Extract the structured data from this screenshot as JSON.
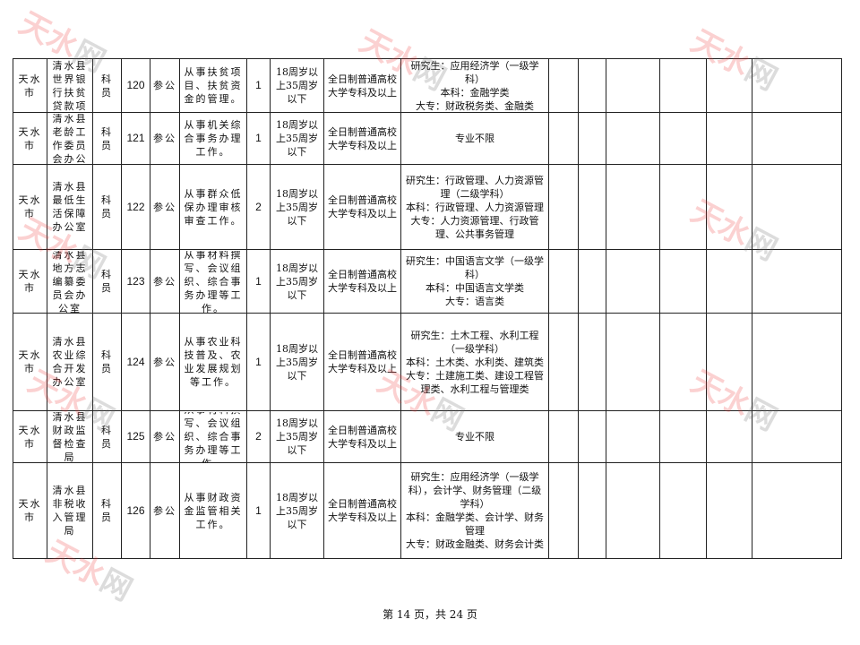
{
  "table": {
    "rows": [
      {
        "city": "天水市",
        "unit": "清水县世界银行扶贫贷款项",
        "rank": "科员",
        "code": "120",
        "type": "参公",
        "duty": "从事扶贫项目、扶贫资金的管理。",
        "count": "1",
        "age": "18周岁以上35周岁以下",
        "edu": "全日制普通高校大学专科及以上",
        "major": [
          "研究生：应用经济学（一级学科）",
          "本科：金融学类",
          "大专：财政税务类、金融类"
        ]
      },
      {
        "city": "天水市",
        "unit": "清水县老龄工作委员会办公",
        "rank": "科员",
        "code": "121",
        "type": "参公",
        "duty": "从事机关综合事务办理工作。",
        "count": "1",
        "age": "18周岁以上35周岁以下",
        "edu": "全日制普通高校大学专科及以上",
        "major": [
          "专业不限"
        ]
      },
      {
        "city": "天水市",
        "unit": "清水县最低生活保障办公室",
        "rank": "科员",
        "code": "122",
        "type": "参公",
        "duty": "从事群众低保办理审核审查工作。",
        "count": "2",
        "age": "18周岁以上35周岁以下",
        "edu": "全日制普通高校大学专科及以上",
        "major": [
          "研究生：行政管理、人力资源管理（二级学科）",
          "本科：行政管理、人力资源管理",
          "大专：人力资源管理、行政管理、公共事务管理"
        ]
      },
      {
        "city": "天水市",
        "unit": "清水县地方志编纂委员会办公室",
        "rank": "科员",
        "code": "123",
        "type": "参公",
        "duty": "从事材料撰写、会议组织、综合事务办理等工作。",
        "count": "1",
        "age": "18周岁以上35周岁以下",
        "edu": "全日制普通高校大学专科及以上",
        "major": [
          "研究生：中国语言文学（一级学科）",
          "本科：中国语言文学类",
          "大专：语言类"
        ]
      },
      {
        "city": "天水市",
        "unit": "清水县农业综合开发办公室",
        "rank": "科员",
        "code": "124",
        "type": "参公",
        "duty": "从事农业科技普及、农业发展规划等工作。",
        "count": "1",
        "age": "18周岁以上35周岁以下",
        "edu": "全日制普通高校大学专科及以上",
        "major": [
          "研究生：土木工程、水利工程（一级学科）",
          "本科：土木类、水利类、建筑类",
          "大专：土建施工类、建设工程管理类、水利工程与管理类"
        ]
      },
      {
        "city": "天水市",
        "unit": "清水县财政监督检查局",
        "rank": "科员",
        "code": "125",
        "type": "参公",
        "duty": "从事材料撰写、会议组织、综合事务办理等工作。",
        "count": "2",
        "age": "18周岁以上35周岁以下",
        "edu": "全日制普通高校大学专科及以上",
        "major": [
          "专业不限"
        ]
      },
      {
        "city": "天水市",
        "unit": "清水县非税收入管理局",
        "rank": "科员",
        "code": "126",
        "type": "参公",
        "duty": "从事财政资金监管相关工作。",
        "count": "1",
        "age": "18周岁以上35周岁以下",
        "edu": "全日制普通高校大学专科及以上",
        "major": [
          "研究生：应用经济学（一级学科），会计学、财务管理（二级学科）",
          "本科：金融学类、会计学、财务管理",
          "大专：财政金融类、财务会计类"
        ]
      }
    ]
  },
  "footer": {
    "page_text": "第 14 页，共 24 页"
  },
  "watermark": {
    "part1": "天水",
    "part2": "网"
  }
}
